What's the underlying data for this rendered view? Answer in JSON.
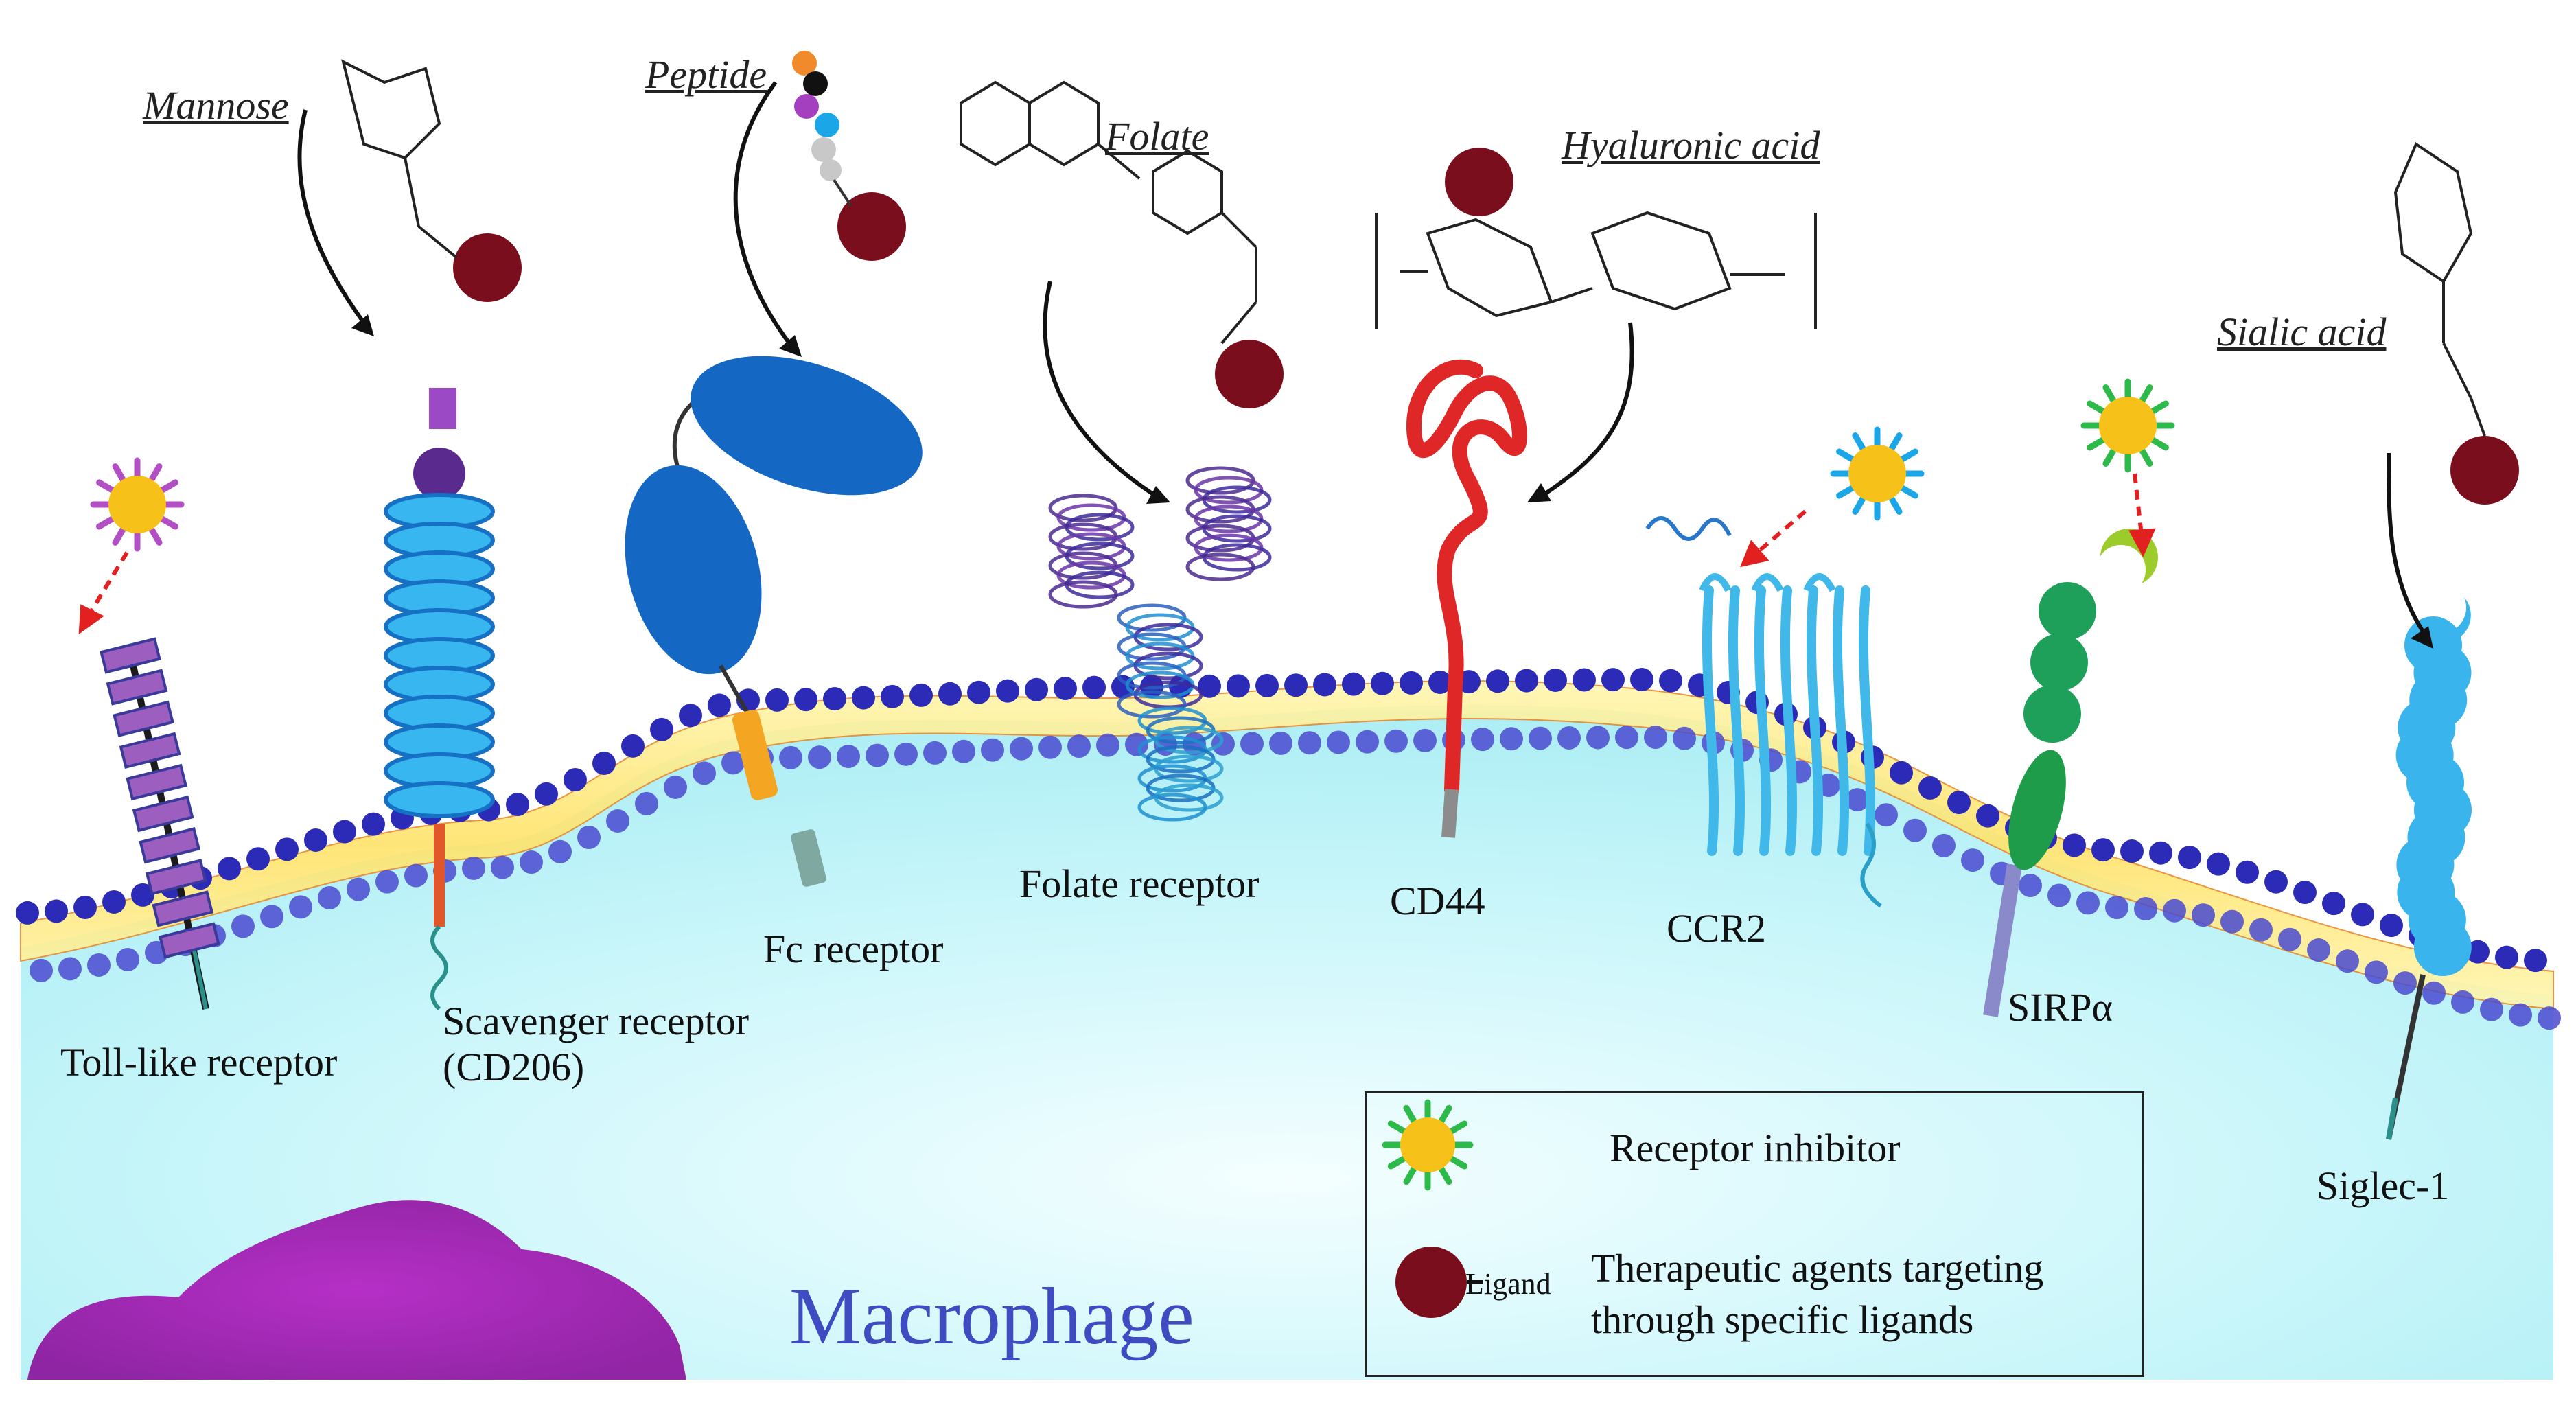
{
  "title": "Macrophage",
  "ligands": {
    "mannose": "Mannose",
    "peptide": "Peptide",
    "folate": "Folate",
    "hyaluronic_acid": "Hyaluronic acid",
    "sialic_acid": "Sialic acid"
  },
  "receptors": {
    "tlr": "Toll-like receptor",
    "scavenger_line1": "Scavenger receptor",
    "scavenger_line2": "(CD206)",
    "fc": "Fc receptor",
    "folate": "Folate receptor",
    "cd44": "CD44",
    "ccr2": "CCR2",
    "sirpa": "SIRPα",
    "siglec": "Siglec-1"
  },
  "legend": {
    "inhibitor": "Receptor inhibitor",
    "ligand_word": "Ligand",
    "therapeutic_line1": "Therapeutic agents targeting",
    "therapeutic_line2": "through specific ligands"
  },
  "colors": {
    "membrane_bead": "#2b2bb8",
    "cytoplasm": "#bdf3f7",
    "nucleus": "#a61fb0",
    "ligand_ball": "#7a0e1c",
    "inhibitor_core": "#f6c21a",
    "title": "#3f4bc1"
  }
}
